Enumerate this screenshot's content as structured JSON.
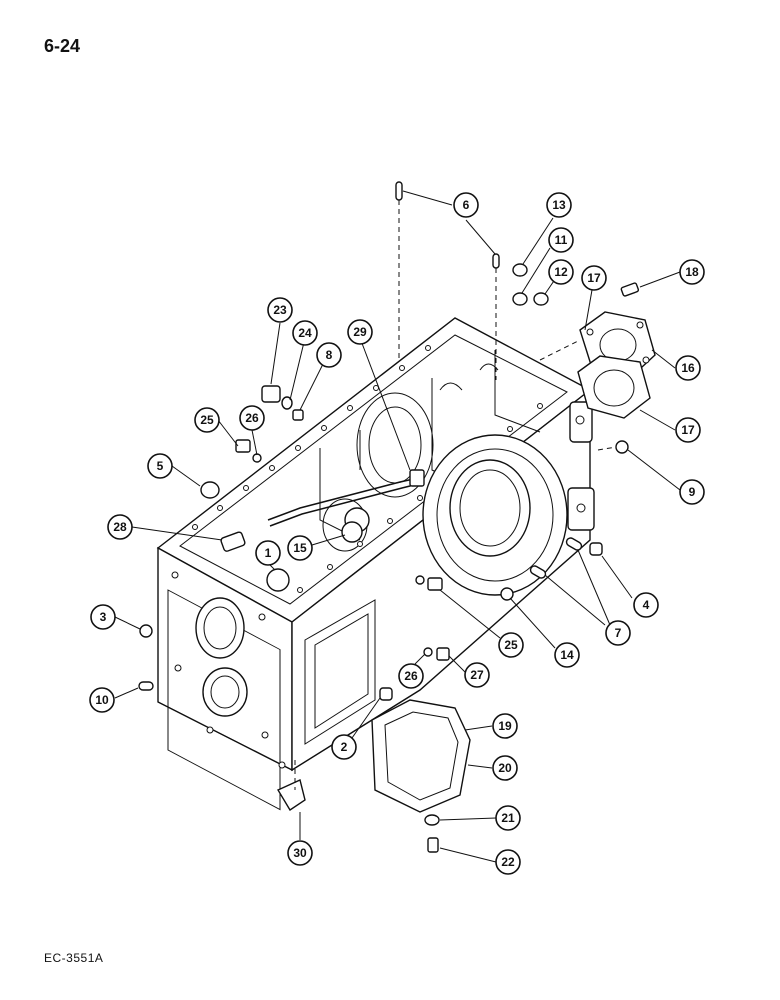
{
  "page": {
    "number": "6-24",
    "figure_code": "EC-3551A"
  },
  "callouts": [
    {
      "id": "c6",
      "label": "6",
      "target": "dowel-pin"
    },
    {
      "id": "c13",
      "label": "13",
      "target": "plug"
    },
    {
      "id": "c11",
      "label": "11",
      "target": "plug"
    },
    {
      "id": "c12",
      "label": "12",
      "target": "plug"
    },
    {
      "id": "c17a",
      "label": "17",
      "target": "gasket"
    },
    {
      "id": "c18",
      "label": "18",
      "target": "bolt"
    },
    {
      "id": "c16",
      "label": "16",
      "target": "cover"
    },
    {
      "id": "c17b",
      "label": "17",
      "target": "gasket"
    },
    {
      "id": "c9",
      "label": "9",
      "target": "plug"
    },
    {
      "id": "c23",
      "label": "23",
      "target": "plug"
    },
    {
      "id": "c24",
      "label": "24",
      "target": "washer"
    },
    {
      "id": "c8",
      "label": "8",
      "target": "plug"
    },
    {
      "id": "c29",
      "label": "29",
      "target": "pipe"
    },
    {
      "id": "c25a",
      "label": "25",
      "target": "fitting"
    },
    {
      "id": "c26a",
      "label": "26",
      "target": "washer"
    },
    {
      "id": "c5",
      "label": "5",
      "target": "plug"
    },
    {
      "id": "c28",
      "label": "28",
      "target": "fitting"
    },
    {
      "id": "c15",
      "label": "15",
      "target": "seal"
    },
    {
      "id": "c1",
      "label": "1",
      "target": "plug"
    },
    {
      "id": "c4",
      "label": "4",
      "target": "plug"
    },
    {
      "id": "c7",
      "label": "7",
      "target": "dowel"
    },
    {
      "id": "c3",
      "label": "3",
      "target": "plug"
    },
    {
      "id": "c25b",
      "label": "25",
      "target": "fitting"
    },
    {
      "id": "c14",
      "label": "14",
      "target": "plug"
    },
    {
      "id": "c27",
      "label": "27",
      "target": "fitting"
    },
    {
      "id": "c26b",
      "label": "26",
      "target": "washer"
    },
    {
      "id": "c10",
      "label": "10",
      "target": "dowel"
    },
    {
      "id": "c2",
      "label": "2",
      "target": "plug"
    },
    {
      "id": "c19",
      "label": "19",
      "target": "gasket"
    },
    {
      "id": "c20",
      "label": "20",
      "target": "cover"
    },
    {
      "id": "c21",
      "label": "21",
      "target": "washer"
    },
    {
      "id": "c22",
      "label": "22",
      "target": "bolt"
    },
    {
      "id": "c30",
      "label": "30",
      "target": "elbow"
    }
  ]
}
